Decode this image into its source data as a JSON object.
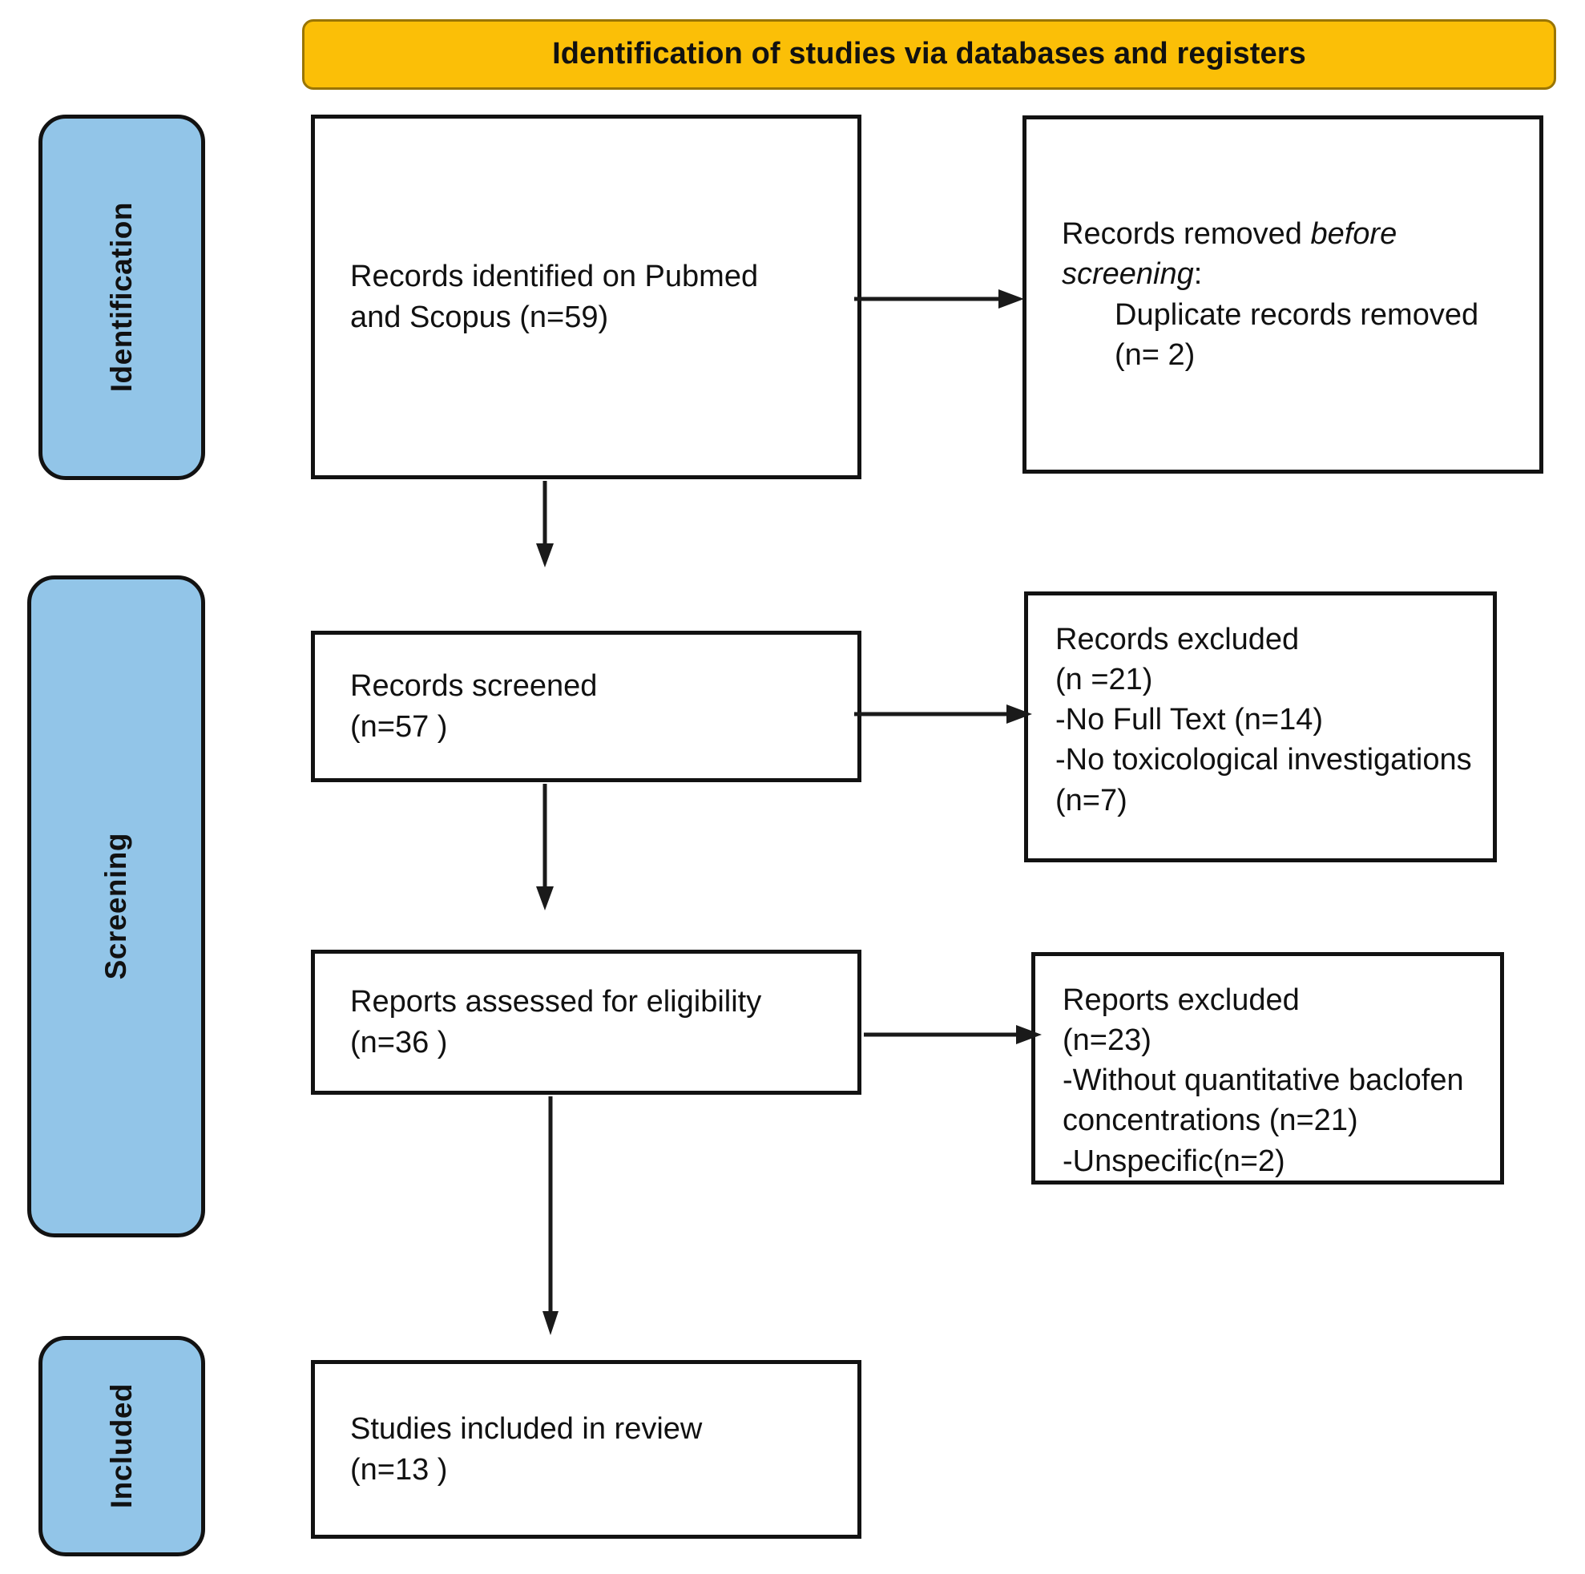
{
  "header": {
    "title": "Identification of studies via databases and registers",
    "background_color": "#FBBF07",
    "border_color": "#9A7504"
  },
  "stages": {
    "accent_color": "#92C5E8",
    "identification": {
      "label": "Identification"
    },
    "screening": {
      "label": "Screening"
    },
    "included": {
      "label": "Included"
    }
  },
  "boxes": {
    "records_identified": {
      "line1": "Records identified on Pubmed",
      "line2": "and Scopus (n=59)"
    },
    "records_removed": {
      "line1_pre": "Records removed ",
      "line1_ital": "before",
      "line2_ital": "screening",
      "line2_post": ":",
      "line3": "Duplicate records removed",
      "line4": "(n= 2)"
    },
    "records_screened": {
      "line1": "Records screened",
      "line2": "(n=57 )"
    },
    "records_excluded": {
      "line1": "Records excluded",
      "line2": "(n =21)",
      "line3": "-No Full Text (n=14)",
      "line4": "-No toxicological investigations",
      "line5": "(n=7)"
    },
    "reports_eligibility": {
      "line1": "Reports assessed for eligibility",
      "line2": "(n=36 )"
    },
    "reports_excluded": {
      "line1": "Reports excluded",
      "line2": "(n=23)",
      "line3": "-Without quantitative baclofen",
      "line4": "concentrations (n=21)",
      "line5": "-Unspecific(n=2)"
    },
    "studies_included": {
      "line1": "Studies included in review",
      "line2": "(n=13 )"
    }
  },
  "arrows": {
    "identification_to_screening": "down-arrow-icon",
    "screening_to_eligibility": "down-arrow-icon",
    "eligibility_to_included": "down-arrow-icon",
    "identified_to_removed": "right-arrow-icon",
    "screened_to_excluded": "right-arrow-icon",
    "eligibility_to_excluded": "right-arrow-icon"
  },
  "chart_data": {
    "type": "diagram",
    "title": "Identification of studies via databases and registers",
    "nodes": [
      {
        "id": "records_identified",
        "stage": "Identification",
        "label": "Records identified on Pubmed and Scopus",
        "n": 59
      },
      {
        "id": "records_removed",
        "stage": "Identification",
        "label": "Records removed before screening: Duplicate records removed",
        "n": 2
      },
      {
        "id": "records_screened",
        "stage": "Screening",
        "label": "Records screened",
        "n": 57
      },
      {
        "id": "records_excluded",
        "stage": "Screening",
        "label": "Records excluded",
        "n": 21,
        "reasons": [
          {
            "label": "No Full Text",
            "n": 14
          },
          {
            "label": "No toxicological investigations",
            "n": 7
          }
        ]
      },
      {
        "id": "reports_eligibility",
        "stage": "Screening",
        "label": "Reports assessed for eligibility",
        "n": 36
      },
      {
        "id": "reports_excluded",
        "stage": "Screening",
        "label": "Reports excluded",
        "n": 23,
        "reasons": [
          {
            "label": "Without quantitative baclofen concentrations",
            "n": 21
          },
          {
            "label": "Unspecific",
            "n": 2
          }
        ]
      },
      {
        "id": "studies_included",
        "stage": "Included",
        "label": "Studies included in review",
        "n": 13
      }
    ],
    "edges": [
      {
        "from": "records_identified",
        "to": "records_removed",
        "direction": "right"
      },
      {
        "from": "records_identified",
        "to": "records_screened",
        "direction": "down"
      },
      {
        "from": "records_screened",
        "to": "records_excluded",
        "direction": "right"
      },
      {
        "from": "records_screened",
        "to": "reports_eligibility",
        "direction": "down"
      },
      {
        "from": "reports_eligibility",
        "to": "reports_excluded",
        "direction": "right"
      },
      {
        "from": "reports_eligibility",
        "to": "studies_included",
        "direction": "down"
      }
    ]
  }
}
